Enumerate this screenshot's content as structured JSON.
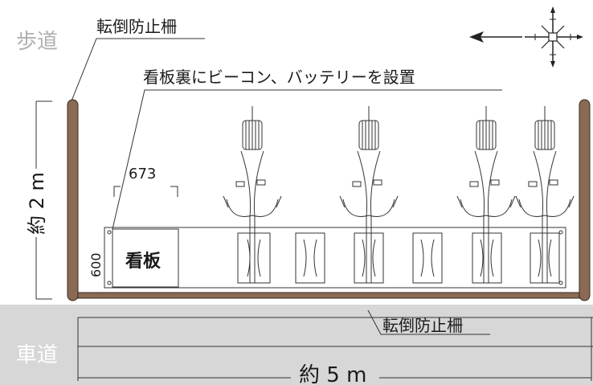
{
  "labels": {
    "sidewalk": "歩道",
    "roadway": "車道",
    "fence_top": "転倒防止柵",
    "fence_bottom": "転倒防止柵",
    "beacon_note": "看板裏にビーコン、バッテリーを設置",
    "sign": "看板",
    "sign_width": "673",
    "sign_height": "600",
    "height_dim": "約 2 m",
    "width_dim": "約 5 m"
  },
  "colors": {
    "fence_post": "#8a6a55",
    "road": "#d7d7d7",
    "line": "#222222"
  },
  "icons": {
    "compass": "compass-rose-icon"
  }
}
